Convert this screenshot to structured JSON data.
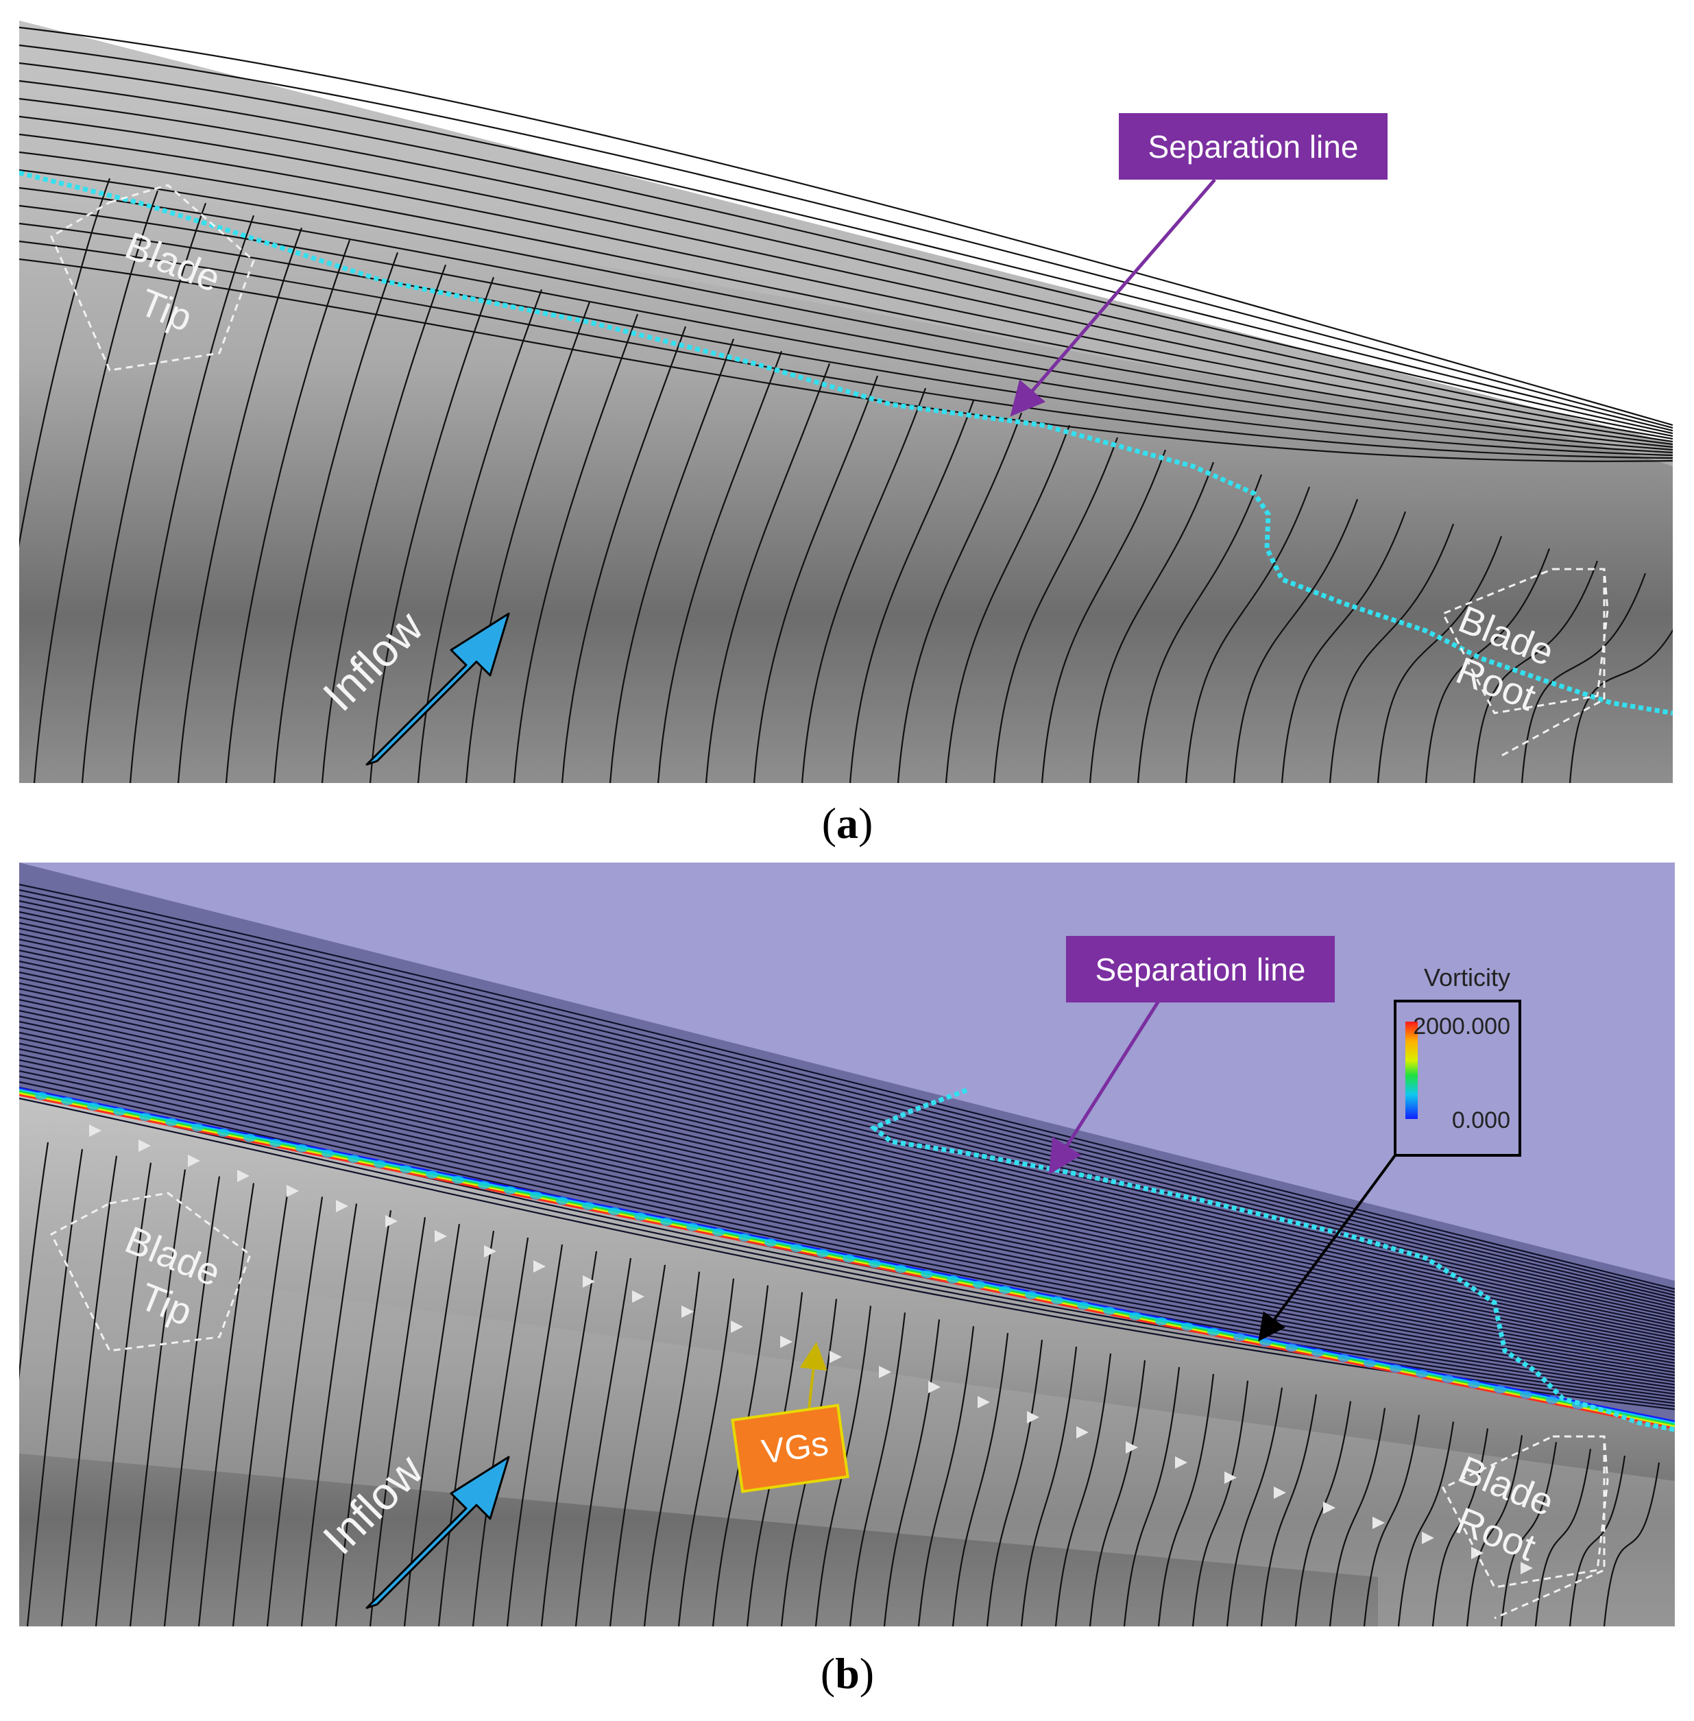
{
  "panel_a": {
    "caption_letter": "a",
    "caption_open": "(",
    "caption_close": ")",
    "separation_label": "Separation line",
    "blade_tip_line1": "Blade",
    "blade_tip_line2": "Tip",
    "blade_root_line1": "Blade",
    "blade_root_line2": "Root",
    "inflow_label": "Inflow"
  },
  "panel_b": {
    "caption_letter": "b",
    "caption_open": "(",
    "caption_close": ")",
    "separation_label": "Separation line",
    "blade_tip_line1": "Blade",
    "blade_tip_line2": "Tip",
    "blade_root_line1": "Blade",
    "blade_root_line2": "Root",
    "inflow_label": "Inflow",
    "vgs_label": "VGs",
    "legend": {
      "title": "Vorticity",
      "max": "2000.000",
      "min": "0.000"
    }
  },
  "colors": {
    "separation_box": "#7b2fa0",
    "separation_line": "#33e0f0",
    "inflow_arrow": "#29a8e8",
    "vgs_box": "#f47b20",
    "vgs_border": "#e8d800",
    "vgs_pointer": "#c8b400",
    "separated_region": "#6c6ca0",
    "sky_b": "#a09ed2"
  }
}
